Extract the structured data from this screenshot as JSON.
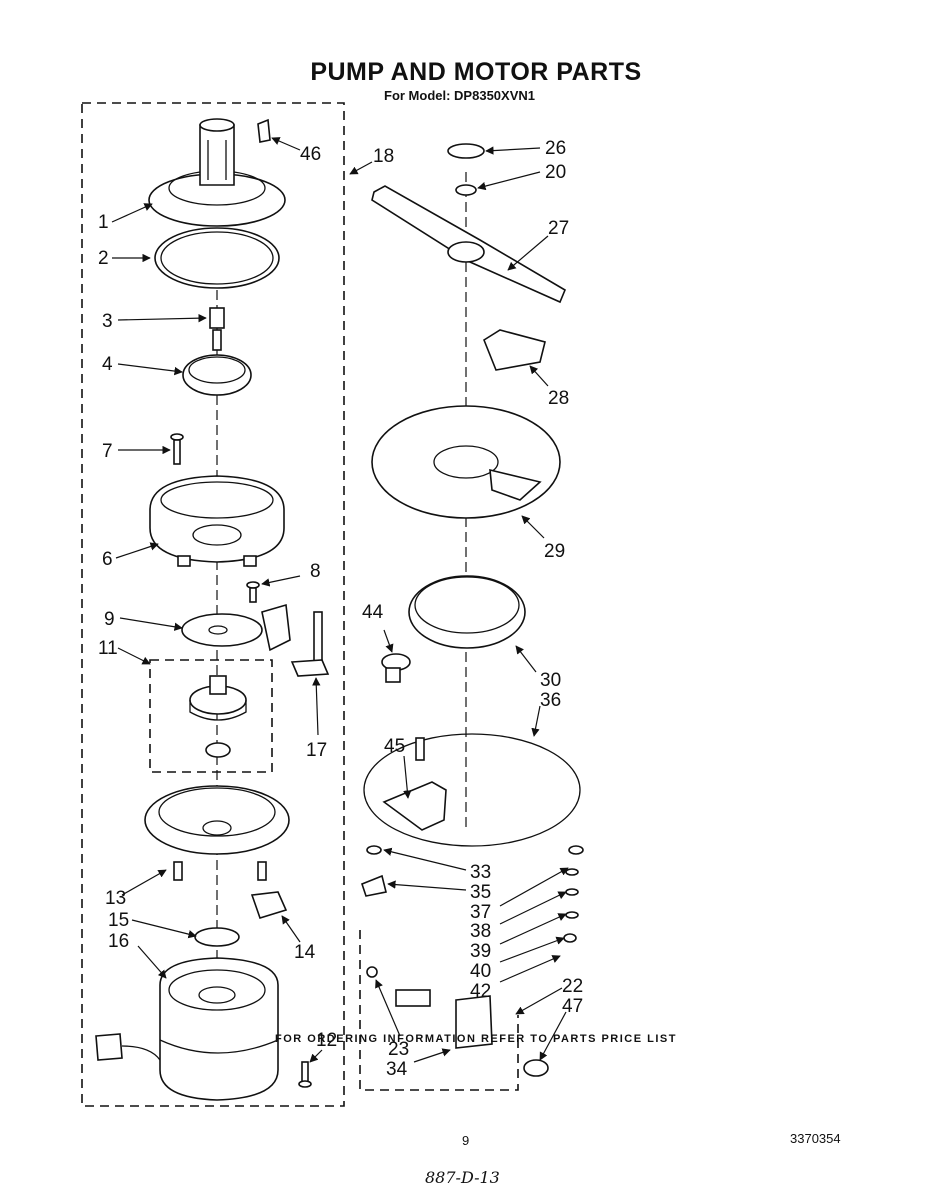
{
  "title": "PUMP AND MOTOR PARTS",
  "subtitle": "For Model: DP8350XVN1",
  "footer": "FOR ORDERING INFORMATION REFER TO PARTS PRICE LIST",
  "page_number": "9",
  "doc_number": "3370354",
  "handwritten_note": "887-D-13",
  "callouts": {
    "c1": "1",
    "c2": "2",
    "c3": "3",
    "c4": "4",
    "c6": "6",
    "c7": "7",
    "c8": "8",
    "c9": "9",
    "c11": "11",
    "c12": "12",
    "c13": "13",
    "c14": "14",
    "c15": "15",
    "c16": "16",
    "c17": "17",
    "c18": "18",
    "c20": "20",
    "c22": "22",
    "c23": "23",
    "c26": "26",
    "c27": "27",
    "c28": "28",
    "c29": "29",
    "c30": "30",
    "c33": "33",
    "c34": "34",
    "c35": "35",
    "c36": "36",
    "c37": "37",
    "c38": "38",
    "c39": "39",
    "c40": "40",
    "c42": "42",
    "c44": "44",
    "c45": "45",
    "c46": "46",
    "c47": "47"
  }
}
